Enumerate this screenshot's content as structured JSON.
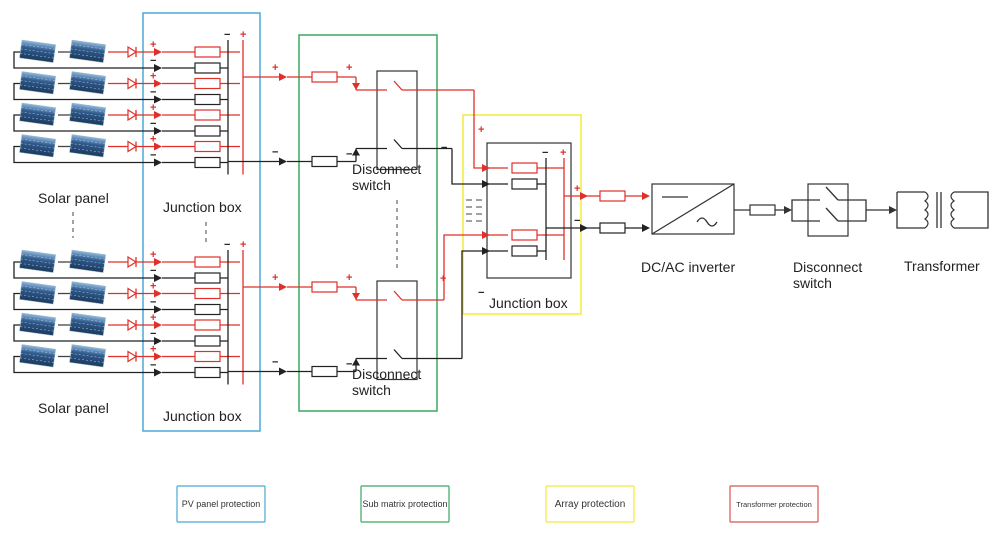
{
  "colors": {
    "positive": "#e0302a",
    "negative": "#222222",
    "pv_panel_protection": "#4aa8d8",
    "sub_matrix_protection": "#3aa860",
    "array_protection": "#f2ea3c",
    "transformer_protection": "#d9534f"
  },
  "labels": {
    "solar_panel_top": "Solar panel",
    "solar_panel_bottom": "Solar panel",
    "junction_box_top": "Junction box",
    "junction_box_bottom": "Junction box",
    "disconnect_switch_top_1": "Disconnect",
    "disconnect_switch_top_2": "switch",
    "disconnect_switch_bottom_1": "Disconnect",
    "disconnect_switch_bottom_2": "switch",
    "array_junction_box": "Junction box",
    "inverter": "DC/AC inverter",
    "disconnect_switch_ac_1": "Disconnect",
    "disconnect_switch_ac_2": "switch",
    "transformer": "Transformer"
  },
  "polarity": {
    "plus": "+",
    "minus": "−"
  },
  "legend": [
    {
      "label": "PV panel protection",
      "color_key": "pv_panel_protection"
    },
    {
      "label": "Sub matrix protection",
      "color_key": "sub_matrix_protection"
    },
    {
      "label": "Array protection",
      "color_key": "array_protection"
    },
    {
      "label": "Transformer protection",
      "color_key": "transformer_protection"
    }
  ],
  "icons": {
    "solar_panel": "solar-panel-icon",
    "diode": "diode-icon",
    "fuse": "fuse-icon",
    "switch": "disconnect-switch-icon",
    "inverter": "dc-ac-inverter-icon",
    "transformer": "transformer-icon"
  }
}
